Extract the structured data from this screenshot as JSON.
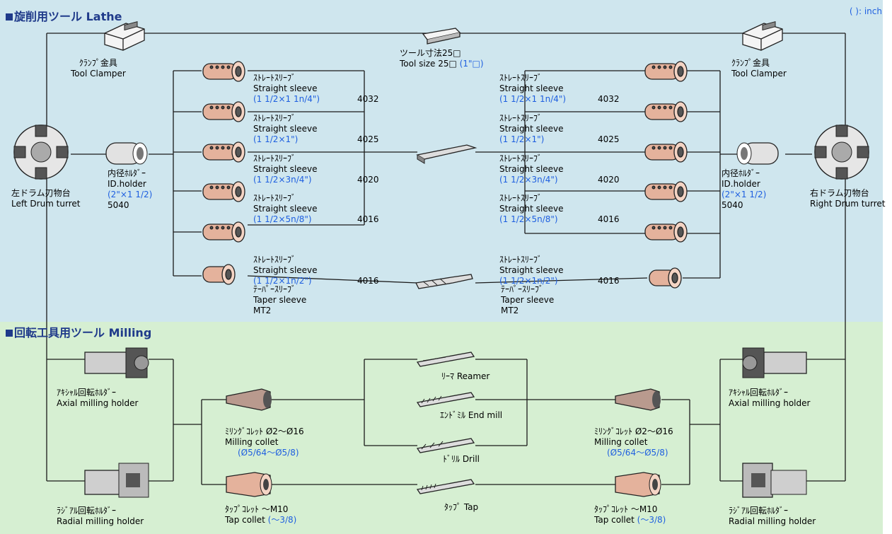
{
  "sections": {
    "lathe_title": "旋削用ツール  Lathe",
    "milling_title": "回転工具用ツール  Milling",
    "unit_note": "( ): inch"
  },
  "lathe": {
    "clamper_jp": "ｸﾗﾝﾌﾟ金具",
    "clamper_en": "Tool Clamper",
    "tool_size_jp": "ツール寸法25□",
    "tool_size_en": "Tool size 25□",
    "tool_size_inch": "(1\"□)",
    "left_turret_jp": "左ドラム刃物台",
    "left_turret_en": "Left Drum turret",
    "right_turret_jp": "右ドラム刃物台",
    "right_turret_en": "Right Drum turret",
    "id_holder_jp": "内径ﾎﾙﾀﾞｰ",
    "id_holder_en": "ID.holder",
    "id_holder_inch": "(2\"×1 1/2)",
    "id_holder_code": "5040",
    "sleeve_jp": "ｽﾄﾚｰﾄｽﾘｰﾌﾞ",
    "sleeve_en": "Straight sleeve",
    "sleeves": [
      {
        "inch": "(1 1/2×1 1n/4\")",
        "code": "4032"
      },
      {
        "inch": "(1 1/2×1\")",
        "code": "4025"
      },
      {
        "inch": "(1 1/2×3n/4\")",
        "code": "4020"
      },
      {
        "inch": "(1 1/2×5n/8\")",
        "code": "4016"
      },
      {
        "inch": "(1 1/2×1n/2\")",
        "code": "4016"
      }
    ],
    "taper_jp": "ﾃｰﾊﾟｰｽﾘｰﾌﾞ",
    "taper_en": "Taper sleeve",
    "taper_code": "MT2"
  },
  "milling": {
    "axial_jp": "ｱｷｼｬﾙ回転ﾎﾙﾀﾞｰ",
    "axial_en": "Axial milling holder",
    "radial_jp": "ﾗｼﾞｱﾙ回転ﾎﾙﾀﾞｰ",
    "radial_en": "Radial milling holder",
    "collet_jp": "ﾐﾘﾝｸﾞｺﾚｯﾄ Ø2～Ø16",
    "collet_en": "Milling collet",
    "collet_inch": "(Ø5/64～Ø5/8)",
    "tapcollet_jp": "ﾀｯﾌﾟｺﾚｯﾄ ～M10",
    "tapcollet_en": "Tap collet",
    "tapcollet_inch": "(～3/8)",
    "reamer": "ﾘｰﾏ  Reamer",
    "endmill": "ｴﾝﾄﾞﾐﾙ  End mill",
    "drill": "ﾄﾞﾘﾙ Drill",
    "tap": "ﾀｯﾌﾟ Tap"
  },
  "colors": {
    "lathe_bg": "#cfe6ee",
    "milling_bg": "#d6efd2",
    "inch_text": "#1e5fe0",
    "sleeve_fill": "#e4b29c"
  }
}
